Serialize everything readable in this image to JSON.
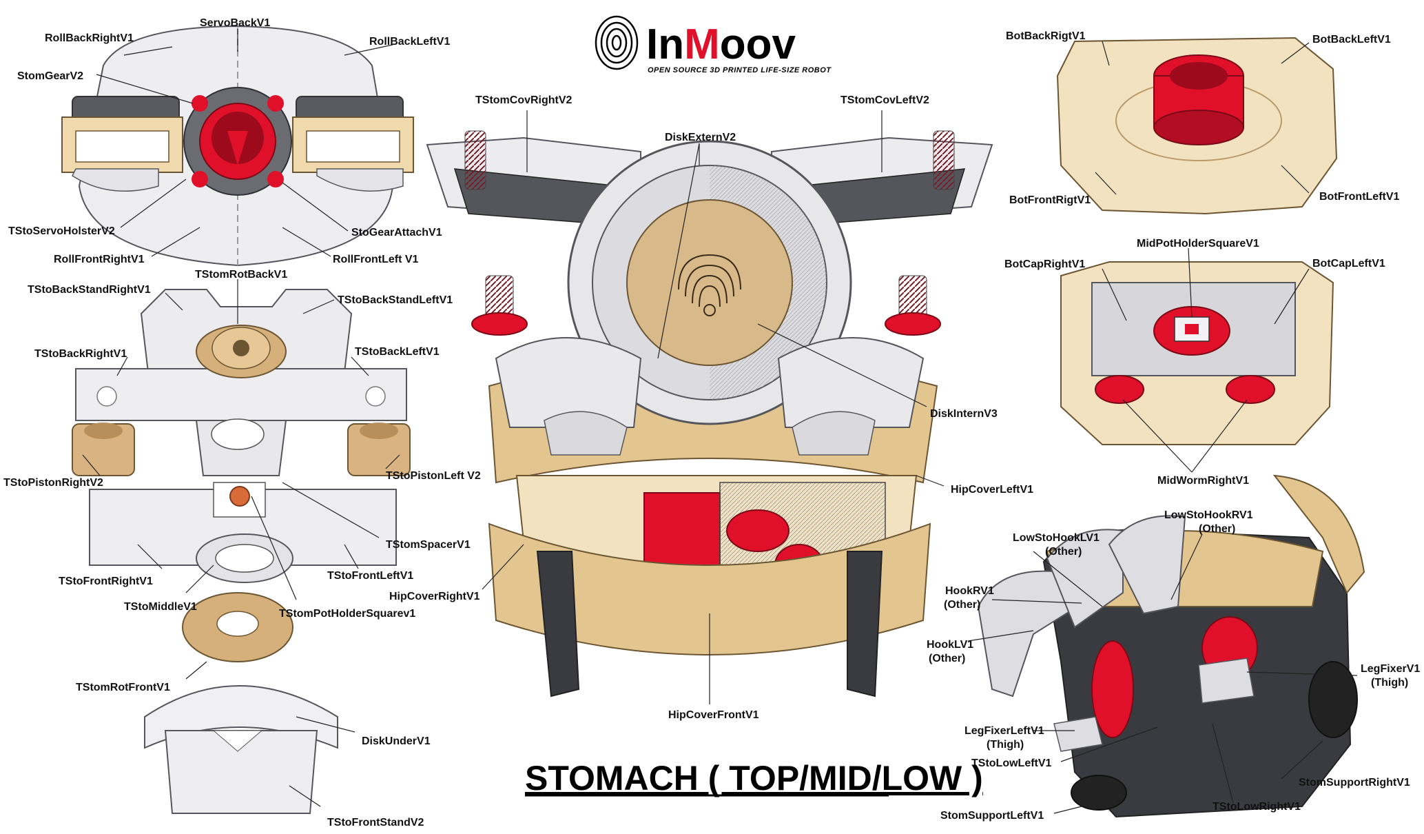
{
  "logo": {
    "prefix": "In",
    "accent": "M",
    "suffix": "oov",
    "tagline": "OPEN SOURCE 3D PRINTED LIFE-SIZE ROBOT"
  },
  "title": "STOMACH ( TOP/MID/LOW )",
  "colors": {
    "red": "#e0102a",
    "tan": "#f3e2bf",
    "tan_dark": "#d8b98a",
    "grey": "#e9e9ec",
    "grey_dark": "#4f5056",
    "dark": "#2a2b30"
  },
  "labels": {
    "servo_back": "ServoBackV1",
    "roll_back_right": "RollBackRightV1",
    "roll_back_left": "RollBackLeftV1",
    "stom_gear": "StomGearV2",
    "tsto_servo_holster": "TStoServoHolsterV2",
    "sto_gear_attach": "StoGearAttachV1",
    "roll_front_right": "RollFrontRightV1",
    "roll_front_left": "RollFrontLeft V1",
    "tstom_rot_back": "TStomRotBackV1",
    "tsto_back_stand_right": "TStoBackStandRightV1",
    "tsto_back_stand_left": "TStoBackStandLeftV1",
    "tsto_back_right": "TStoBackRightV1",
    "tsto_back_left": "TStoBackLeftV1",
    "tsto_piston_right": "TStoPistonRightV2",
    "tsto_piston_left": "TStoPistonLeft V2",
    "tstom_spacer": "TStomSpacerV1",
    "tsto_front_right": "TStoFrontRightV1",
    "tsto_front_left": "TStoFrontLeftV1",
    "tsto_middle": "TStoMiddleV1",
    "tstom_pot_holder_square": "TStomPotHolderSquarev1",
    "tstom_rot_front": "TStomRotFrontV1",
    "disk_under": "DiskUnderV1",
    "tsto_front_stand": "TStoFrontStandV2",
    "tstom_cov_right": "TStomCovRightV2",
    "tstom_cov_left": "TStomCovLeftV2",
    "disk_extern": "DiskExternV2",
    "disk_intern": "DiskInternV3",
    "hip_cover_left": "HipCoverLeftV1",
    "hip_cover_right": "HipCoverRightV1",
    "hip_cover_front": "HipCoverFrontV1",
    "bot_back_right": "BotBackRigtV1",
    "bot_back_left": "BotBackLeftV1",
    "bot_front_right": "BotFrontRigtV1",
    "bot_front_left": "BotFrontLeftV1",
    "mid_pot_holder_square": "MidPotHolderSquareV1",
    "bot_cap_right": "BotCapRightV1",
    "bot_cap_left": "BotCapLeftV1",
    "mid_worm_right": "MidWormRightV1",
    "low_sto_hook_r": "LowStoHookRV1",
    "low_sto_hook_r_note": "(Other)",
    "low_sto_hook_l": "LowStoHookLV1",
    "low_sto_hook_l_note": "(Other)",
    "hook_r": "HookRV1",
    "hook_r_note": "(Other)",
    "hook_l": "HookLV1",
    "hook_l_note": "(Other)",
    "leg_fixer_right": "LegFixerV1",
    "leg_fixer_right_note": "(Thigh)",
    "leg_fixer_left": "LegFixerLeftV1",
    "leg_fixer_left_note": "(Thigh)",
    "tsto_low_left": "TStoLowLeftV1",
    "stom_support_right": "StomSupportRightV1",
    "tsto_low_right": "TStoLowRightV1",
    "stom_support_left": "StomSupportLeftV1"
  }
}
